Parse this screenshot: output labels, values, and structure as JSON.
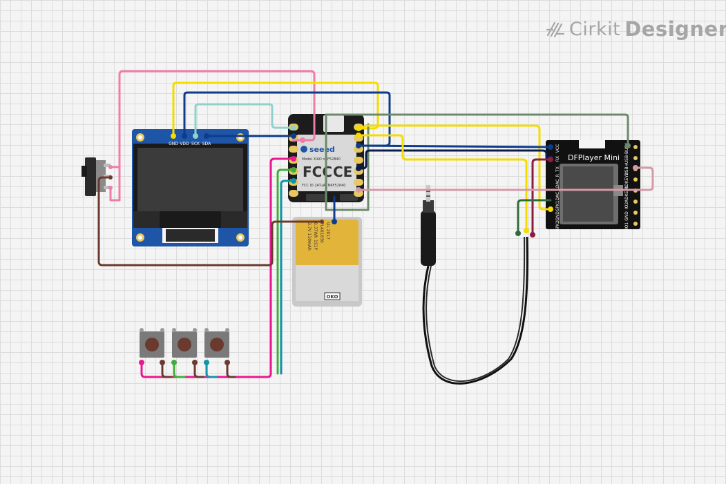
{
  "brand": {
    "name_part1": "Cirkit",
    "name_part2": "Designer",
    "logo_icon": "cirkit-pinwheel-icon"
  },
  "oled": {
    "pins": [
      "GND",
      "VDD",
      "SCK",
      "SDA"
    ]
  },
  "xiao": {
    "brand": "seeed",
    "model": "Model XIAO nRF52840",
    "fcc": "FCC",
    "ce": "CE",
    "fcc_id": "FCC ID 2AT-JACNRF52840"
  },
  "battery": {
    "lines": [
      "3.7V 110mAh",
      "0.37Wh 1S1P",
      "PL401830",
      "UL 2017"
    ],
    "tag": "OKO"
  },
  "dfplayer": {
    "title": "DFPlayer Mini",
    "left_pins": [
      "VCC",
      "RX",
      "TX",
      "DAC_R",
      "DAC_L",
      "SPK1",
      "GND",
      "SPK2"
    ],
    "right_pins": [
      "BUSY",
      "USB-",
      "USB+",
      "ADKEY2",
      "ADKEY1",
      "IO2",
      "GND",
      "IO1"
    ]
  },
  "colors": {
    "pink": "#f07ca8",
    "yellow": "#f5dc00",
    "navy": "#0d3c8c",
    "light_teal": "#8fd2cc",
    "sage": "#6b8a6b",
    "dark_navy": "#0c1a4a",
    "magenta": "#e8188f",
    "green": "#3fae3a",
    "teal": "#1294a8",
    "brown": "#6b3a2e",
    "maroon": "#8a1e3c",
    "dark_green": "#2e6b3a",
    "mauve": "#d49aa8"
  }
}
